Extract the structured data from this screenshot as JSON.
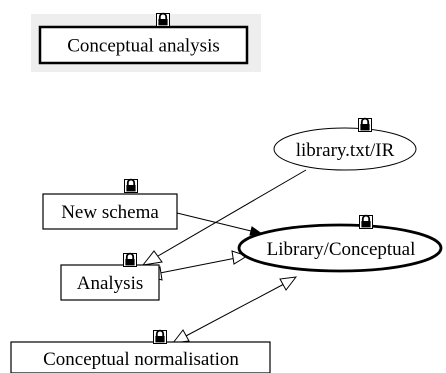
{
  "header": {
    "title": "Conceptual analysis",
    "icon": "lock-icon"
  },
  "nodes": {
    "library_ir": {
      "label": "library.txt/IR",
      "shape": "ellipse",
      "icon": "lock-icon"
    },
    "new_schema": {
      "label": "New schema",
      "shape": "box",
      "icon": "lock-icon"
    },
    "library_conceptual": {
      "label": "Library/Conceptual",
      "shape": "ellipse-bold",
      "icon": "lock-icon"
    },
    "analysis": {
      "label": "Analysis",
      "shape": "box",
      "icon": "lock-icon"
    },
    "conceptual_normalisation": {
      "label": "Conceptual normalisation",
      "shape": "box",
      "icon": "lock-icon"
    }
  },
  "colors": {
    "header_background": "#eeeeee",
    "stroke": "#000000",
    "fill": "#ffffff"
  }
}
